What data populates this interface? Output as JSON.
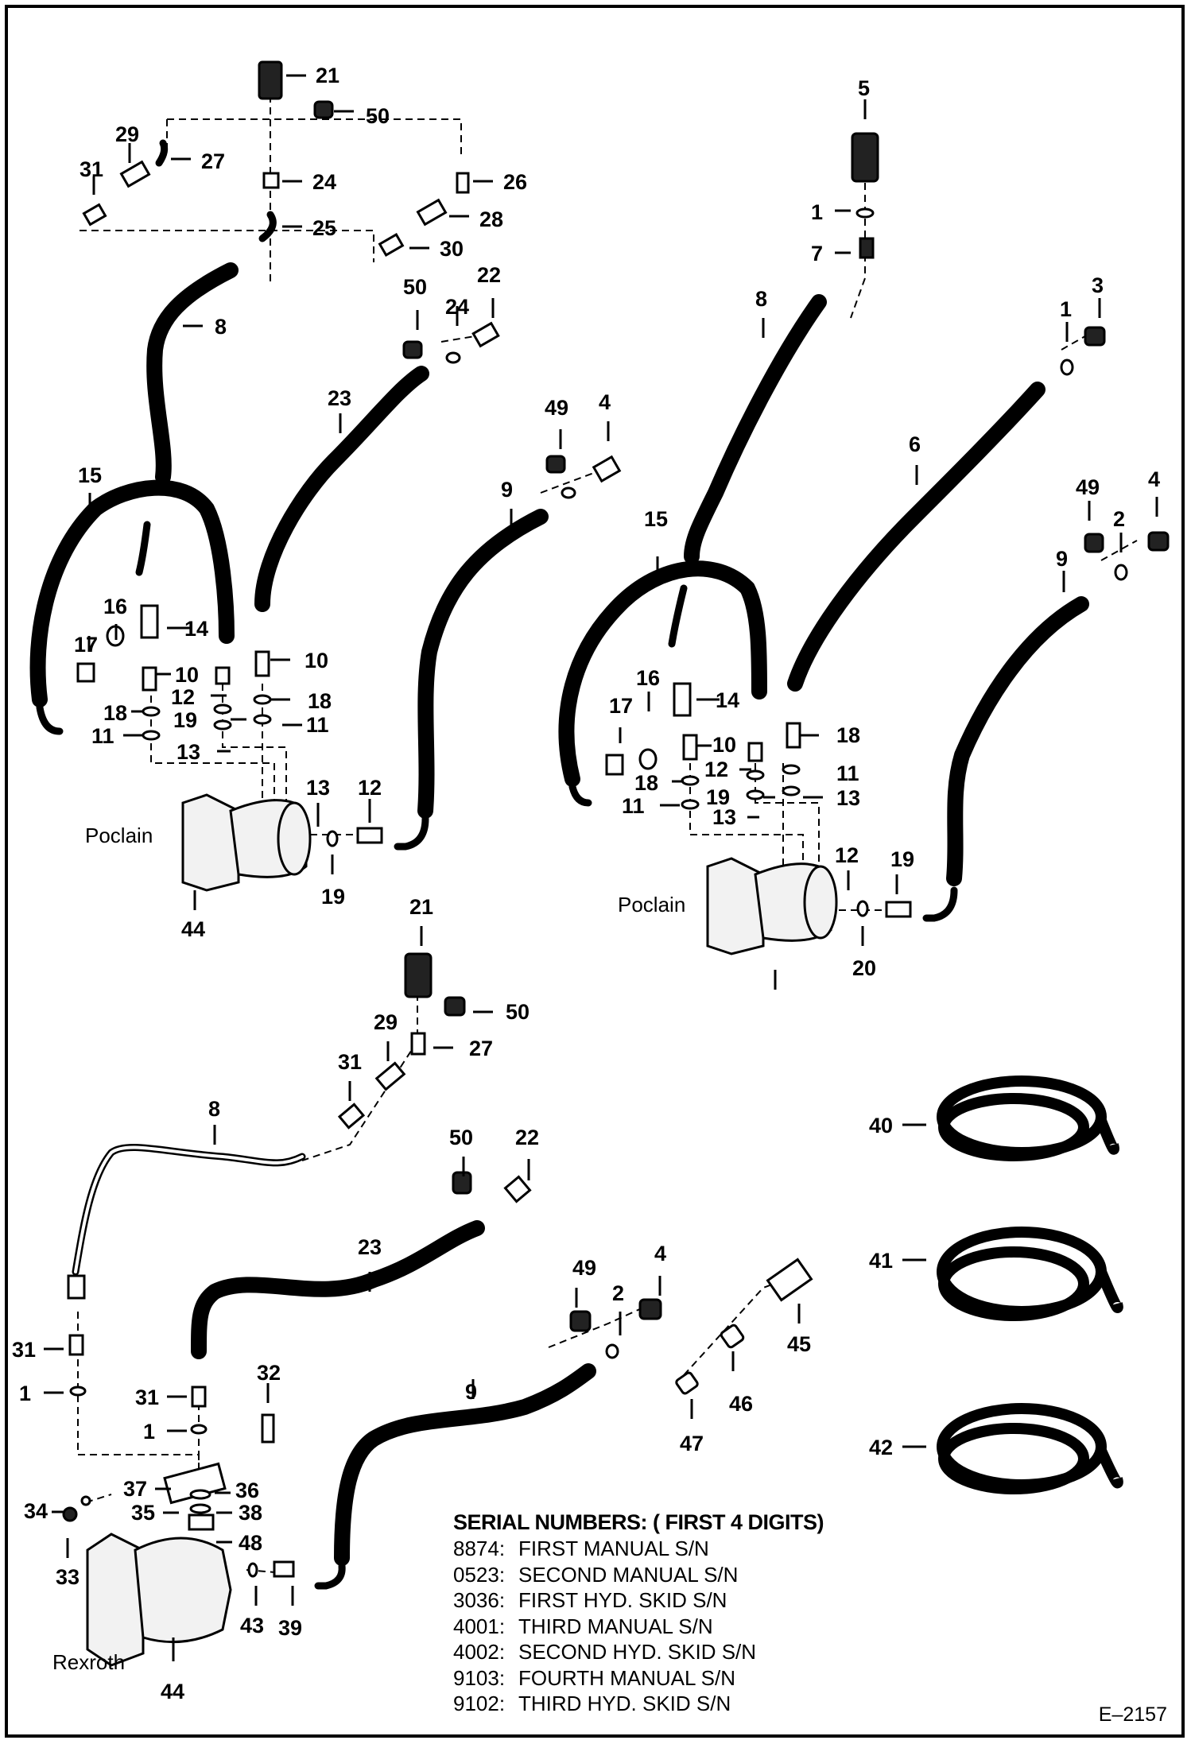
{
  "figure_code": "E–2157",
  "brands": {
    "top_left_motor": "Poclain",
    "top_right_motor": "Poclain",
    "bottom_motor": "Rexroth"
  },
  "legend": {
    "title": "SERIAL NUMBERS: ( FIRST 4 DIGITS)",
    "rows": [
      {
        "code": "8874:",
        "label": "FIRST MANUAL S/N"
      },
      {
        "code": "0523:",
        "label": "SECOND MANUAL S/N"
      },
      {
        "code": "3036:",
        "label": "FIRST HYD. SKID S/N"
      },
      {
        "code": "4001:",
        "label": "THIRD MANUAL S/N"
      },
      {
        "code": "4002:",
        "label": "SECOND HYD. SKID S/N"
      },
      {
        "code": "9103:",
        "label": "FOURTH MANUAL S/N"
      },
      {
        "code": "9102:",
        "label": "THIRD HYD. SKID S/N"
      }
    ]
  },
  "callouts": {
    "top_left": [
      "21",
      "50",
      "29",
      "27",
      "31",
      "24",
      "26",
      "28",
      "25",
      "30",
      "8",
      "50",
      "24",
      "22",
      "23",
      "49",
      "4",
      "15",
      "9",
      "16",
      "14",
      "17",
      "10",
      "10",
      "12",
      "18",
      "18",
      "11",
      "19",
      "13",
      "11",
      "13",
      "12",
      "19",
      "44"
    ],
    "top_right": [
      "5",
      "1",
      "7",
      "8",
      "1",
      "3",
      "6",
      "49",
      "4",
      "2",
      "9",
      "15",
      "16",
      "14",
      "17",
      "10",
      "12",
      "18",
      "18",
      "11",
      "19",
      "13",
      "11",
      "13",
      "12",
      "19",
      "20"
    ],
    "bottom": [
      "21",
      "50",
      "29",
      "27",
      "31",
      "8",
      "50",
      "22",
      "23",
      "49",
      "4",
      "2",
      "45",
      "46",
      "47",
      "9",
      "31",
      "1",
      "31",
      "1",
      "32",
      "37",
      "36",
      "34",
      "35",
      "38",
      "48",
      "33",
      "43",
      "39",
      "44"
    ],
    "coils": [
      "40",
      "41",
      "42"
    ]
  }
}
